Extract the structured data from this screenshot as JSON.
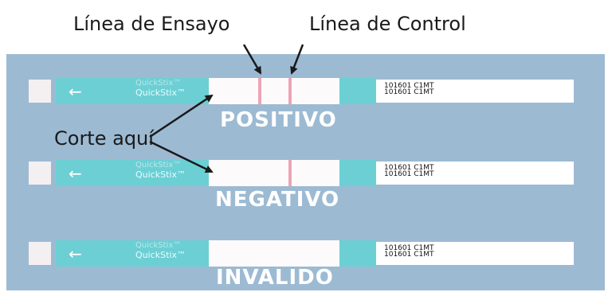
{
  "labels": {
    "test_line": "Línea de Ensayo",
    "control_line": "Línea de Control",
    "cut_here": "Corte aquí"
  },
  "strip_text": {
    "brand": "QuickStix™",
    "lot_line_1": "101601 C1MT",
    "lot_line_2": "101601 C1MT"
  },
  "results": {
    "positive": "POSITIVO",
    "negative": "NEGATIVO",
    "invalid": "INVALIDO"
  },
  "colors": {
    "background_panel": "#9dbad3",
    "strip_teal": "#6ccfd4",
    "test_line_pink": "#eea4b5"
  },
  "icons": [
    "left-arrow-icon"
  ]
}
